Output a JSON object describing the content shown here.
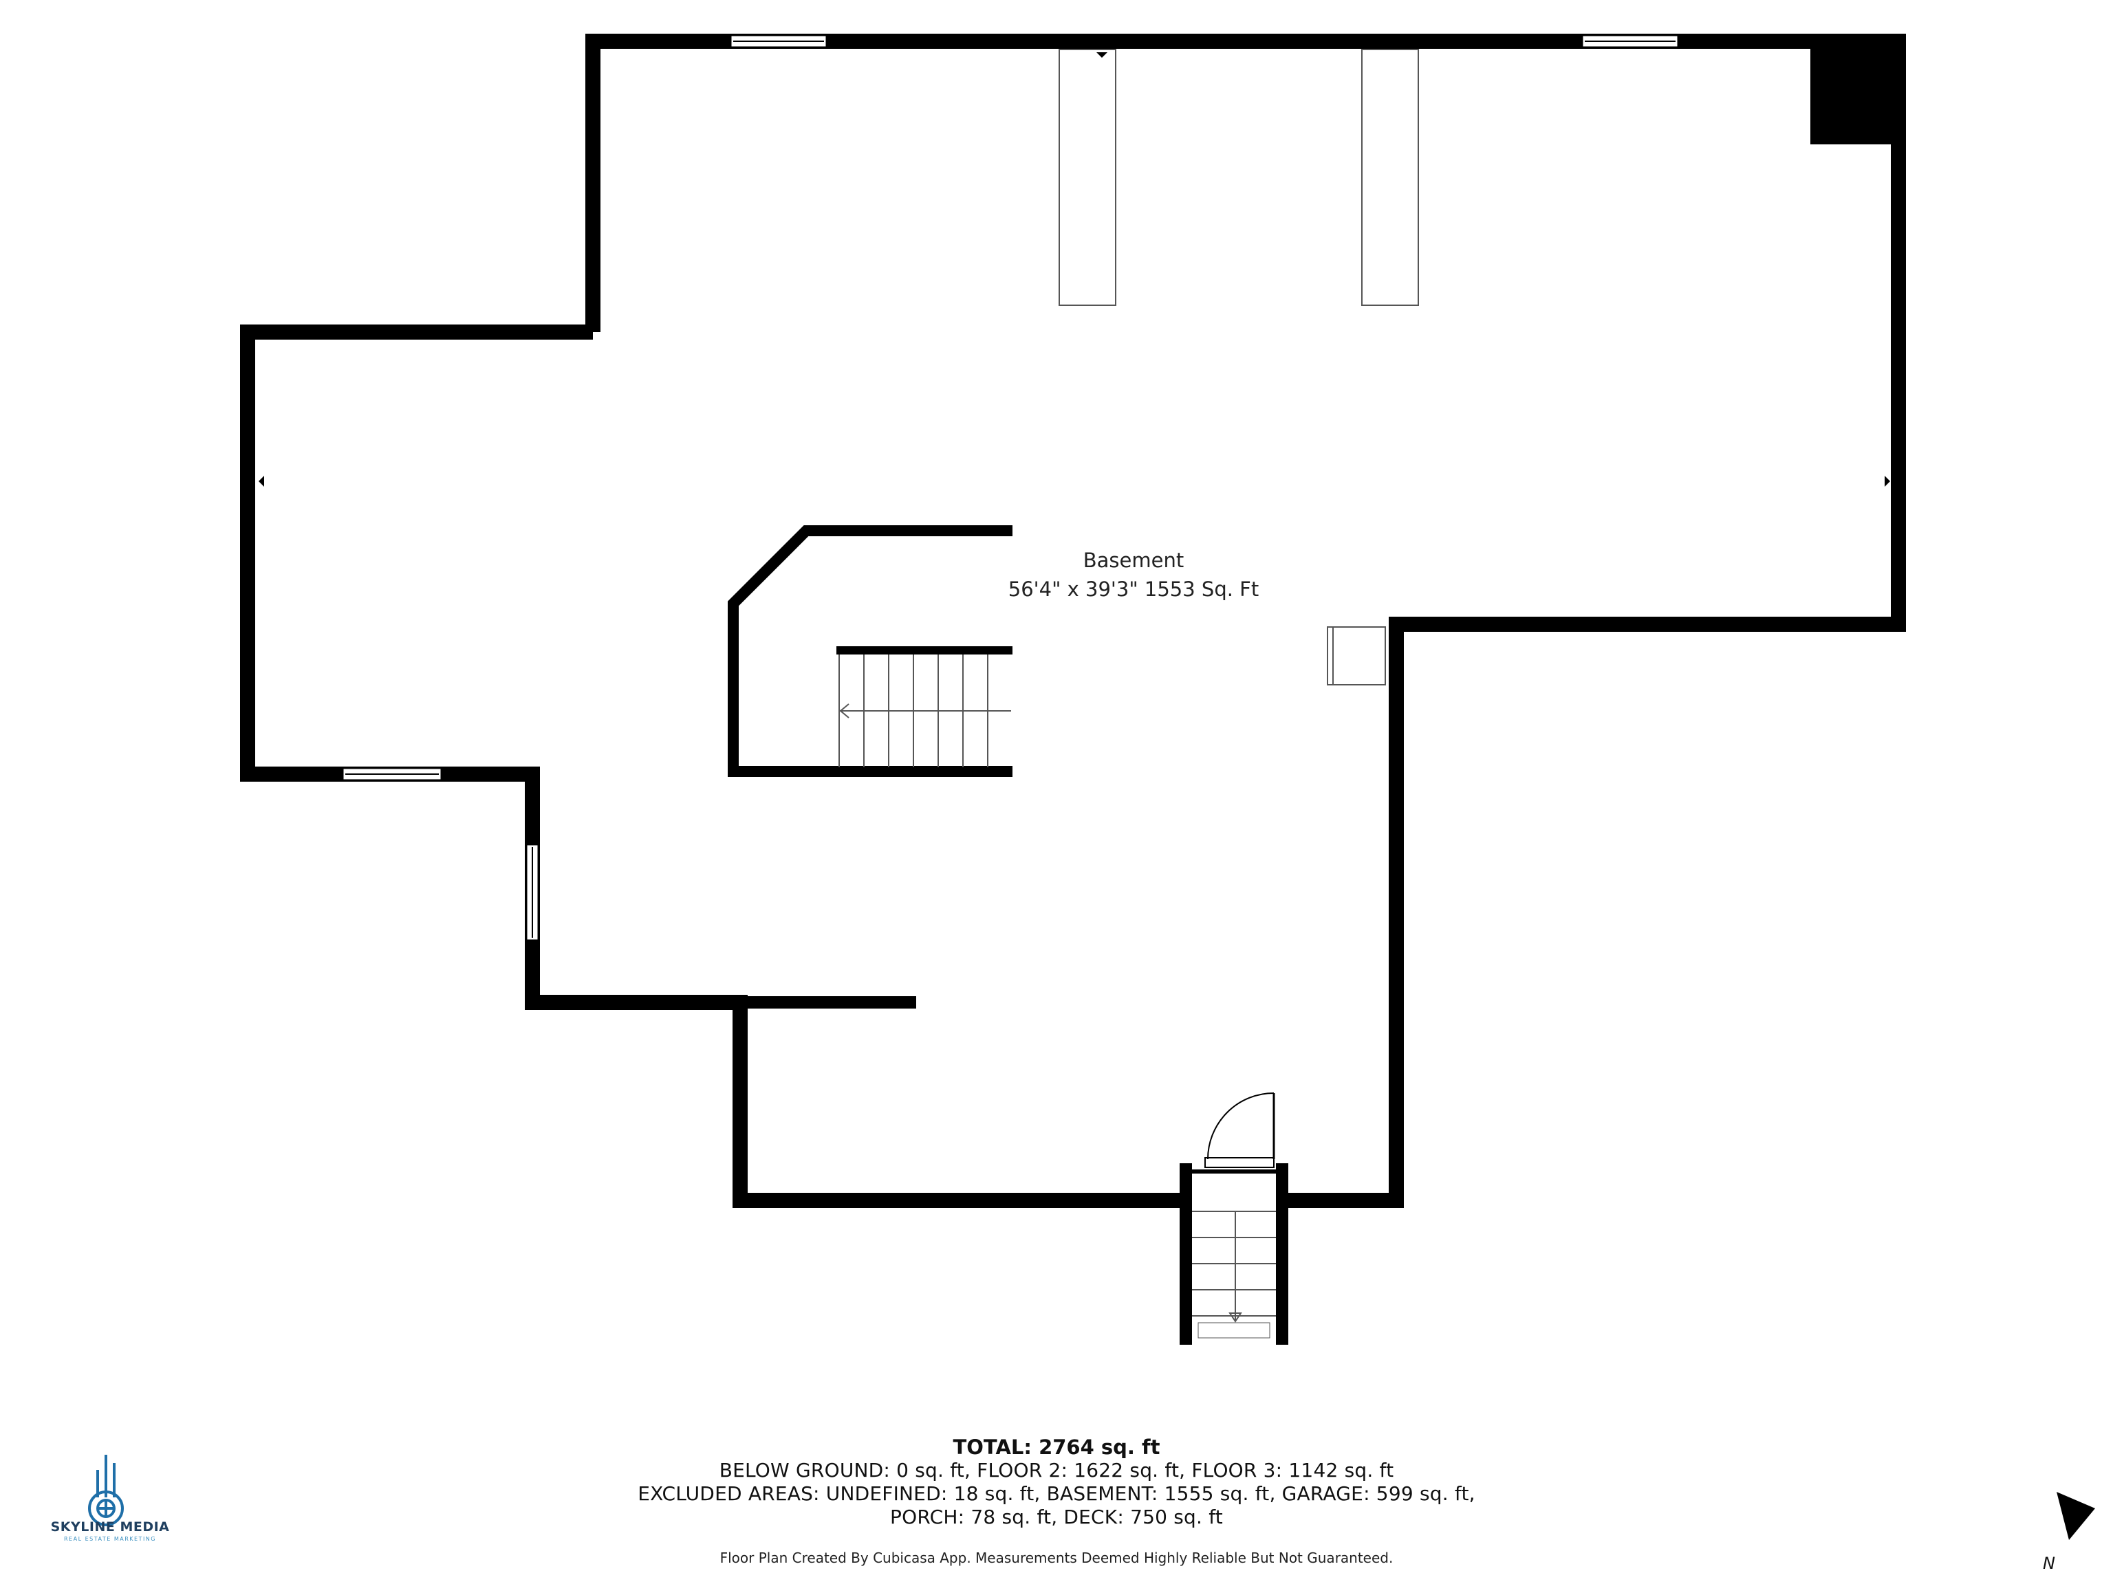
{
  "room": {
    "name": "Basement",
    "dimensions": "56'4\" x 39'3\" 1553 Sq. Ft"
  },
  "totals": {
    "total": "TOTAL: 2764 sq. ft",
    "line1": "BELOW GROUND: 0 sq. ft, FLOOR 2: 1622 sq. ft, FLOOR 3: 1142 sq. ft",
    "line2": "EXCLUDED AREAS: UNDEFINED: 18 sq. ft, BASEMENT: 1555 sq. ft, GARAGE: 599 sq. ft,",
    "line3": "PORCH: 78 sq. ft, DECK: 750 sq. ft"
  },
  "footer": {
    "note": "Floor Plan Created By Cubicasa App. Measurements Deemed Highly Reliable But Not Guaranteed."
  },
  "logo": {
    "title": "SKYLINE MEDIA",
    "subtitle": "REAL ESTATE MARKETING",
    "color": "#1f6fa8"
  },
  "compass": {
    "label": "N"
  },
  "colors": {
    "wall": "#000000",
    "fixture_stroke": "#555555"
  },
  "icons": [
    "skyline-logo-icon",
    "north-arrow-icon",
    "stair-arrow-icon"
  ]
}
